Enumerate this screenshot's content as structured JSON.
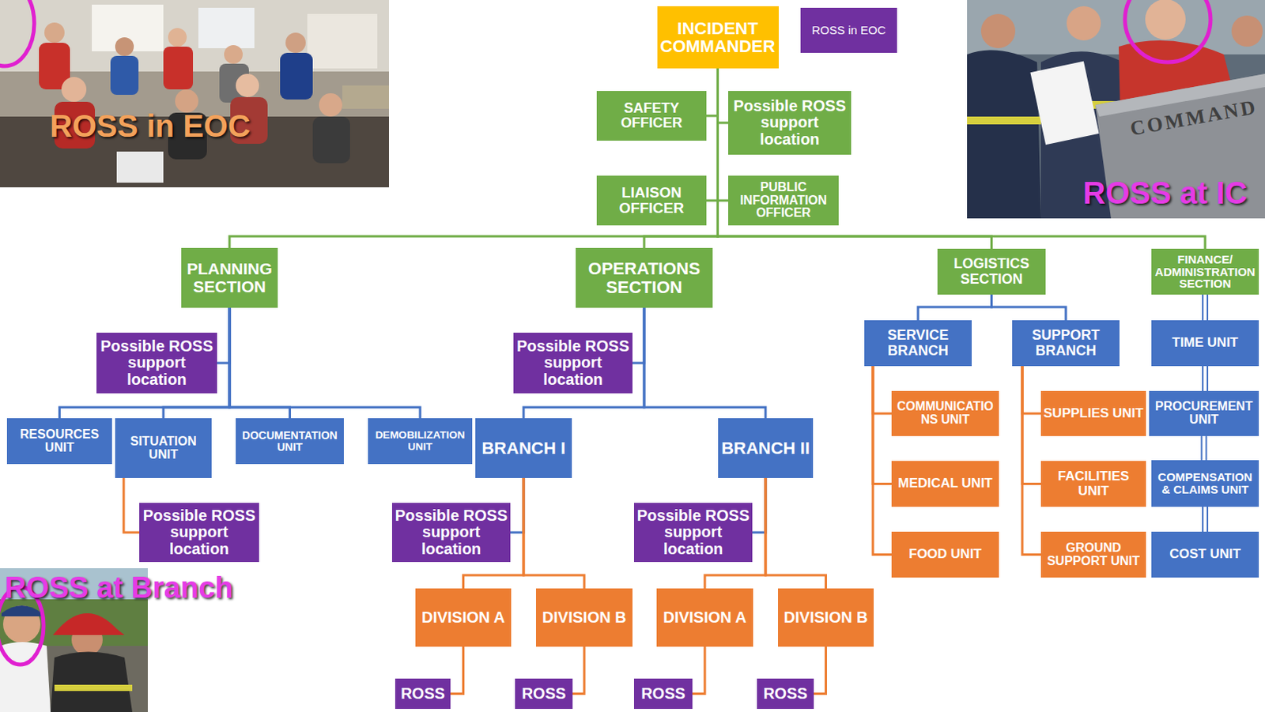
{
  "diagram": {
    "nodes": [
      {
        "text": [
          "INCIDENT COMMANDER"
        ]
      },
      {
        "text": [
          "ROSS in EOC"
        ]
      },
      {
        "text": [
          "SAFETY OFFICER"
        ]
      },
      {
        "text": [
          "Possible ROSS support location"
        ]
      },
      {
        "text": [
          "LIAISON OFFICER"
        ]
      },
      {
        "text": [
          "PUBLIC INFORMATION OFFICER"
        ]
      },
      {
        "text": [
          "PLANNING SECTION"
        ]
      },
      {
        "text": [
          "OPERATIONS SECTION"
        ]
      },
      {
        "text": [
          "LOGISTICS SECTION"
        ]
      },
      {
        "text": [
          "FINANCE/ ADMINISTRATION SECTION"
        ]
      },
      {
        "text": [
          "Possible ROSS support location"
        ]
      },
      {
        "text": [
          "Possible ROSS support location"
        ]
      },
      {
        "text": [
          "SERVICE BRANCH"
        ]
      },
      {
        "text": [
          "SUPPORT BRANCH"
        ]
      },
      {
        "text": [
          "TIME UNIT"
        ]
      },
      {
        "text": [
          "RESOURCES UNIT"
        ]
      },
      {
        "text": [
          "SITUATION UNIT"
        ]
      },
      {
        "text": [
          "DOCUMENTATION UNIT"
        ]
      },
      {
        "text": [
          "DEMOBILIZATION UNIT"
        ]
      },
      {
        "text": [
          "BRANCH I"
        ]
      },
      {
        "text": [
          "BRANCH II"
        ]
      },
      {
        "text": [
          "COMMUNICATIONS UNIT"
        ]
      },
      {
        "text": [
          "SUPPLIES UNIT"
        ]
      },
      {
        "text": [
          "PROCUREMENT UNIT"
        ]
      },
      {
        "text": [
          "MEDICAL UNIT"
        ]
      },
      {
        "text": [
          "FACILITIES UNIT"
        ]
      },
      {
        "text": [
          "COMPENSATION & CLAIMS UNIT"
        ]
      },
      {
        "text": [
          "Possible ROSS support location"
        ]
      },
      {
        "text": [
          "Possible ROSS support location"
        ]
      },
      {
        "text": [
          "Possible ROSS support location"
        ]
      },
      {
        "text": [
          "FOOD UNIT"
        ]
      },
      {
        "text": [
          "GROUND SUPPORT UNIT"
        ]
      },
      {
        "text": [
          "COST UNIT"
        ]
      },
      {
        "text": [
          "DIVISION A"
        ]
      },
      {
        "text": [
          "DIVISION B"
        ]
      },
      {
        "text": [
          "DIVISION A"
        ]
      },
      {
        "text": [
          "DIVISION B"
        ]
      },
      {
        "text": [
          "ROSS"
        ]
      },
      {
        "text": [
          "ROSS"
        ]
      },
      {
        "text": [
          "ROSS"
        ]
      },
      {
        "text": [
          "ROSS"
        ]
      }
    ],
    "edges": [
      {
        "from": 0,
        "to": 2,
        "arrow": "none"
      },
      {
        "from": 0,
        "to": 3,
        "arrow": "none"
      },
      {
        "from": 0,
        "to": 4,
        "arrow": "none"
      },
      {
        "from": 0,
        "to": 5,
        "arrow": "none"
      },
      {
        "from": 0,
        "to": 6,
        "arrow": "none"
      },
      {
        "from": 0,
        "to": 7,
        "arrow": "none"
      },
      {
        "from": 0,
        "to": 8,
        "arrow": "none"
      },
      {
        "from": 0,
        "to": 9,
        "arrow": "none"
      },
      {
        "from": 6,
        "to": 10,
        "arrow": "none"
      },
      {
        "from": 6,
        "to": 15,
        "arrow": "none"
      },
      {
        "from": 6,
        "to": 16,
        "arrow": "none"
      },
      {
        "from": 6,
        "to": 17,
        "arrow": "none"
      },
      {
        "from": 6,
        "to": 18,
        "arrow": "none"
      },
      {
        "from": 16,
        "to": 27,
        "arrow": "none"
      },
      {
        "from": 7,
        "to": 11,
        "arrow": "none"
      },
      {
        "from": 7,
        "to": 19,
        "arrow": "none"
      },
      {
        "from": 7,
        "to": 20,
        "arrow": "none"
      },
      {
        "from": 19,
        "to": 28,
        "arrow": "none"
      },
      {
        "from": 19,
        "to": 33,
        "arrow": "none"
      },
      {
        "from": 19,
        "to": 34,
        "arrow": "none"
      },
      {
        "from": 20,
        "to": 29,
        "arrow": "none"
      },
      {
        "from": 20,
        "to": 35,
        "arrow": "none"
      },
      {
        "from": 20,
        "to": 36,
        "arrow": "none"
      },
      {
        "from": 33,
        "to": 37,
        "arrow": "none"
      },
      {
        "from": 34,
        "to": 38,
        "arrow": "none"
      },
      {
        "from": 35,
        "to": 39,
        "arrow": "none"
      },
      {
        "from": 36,
        "to": 40,
        "arrow": "none"
      },
      {
        "from": 8,
        "to": 12,
        "arrow": "none"
      },
      {
        "from": 8,
        "to": 13,
        "arrow": "none"
      },
      {
        "from": 12,
        "to": 21,
        "arrow": "none"
      },
      {
        "from": 12,
        "to": 24,
        "arrow": "none"
      },
      {
        "from": 12,
        "to": 30,
        "arrow": "none"
      },
      {
        "from": 13,
        "to": 22,
        "arrow": "none"
      },
      {
        "from": 13,
        "to": 25,
        "arrow": "none"
      },
      {
        "from": 13,
        "to": 31,
        "arrow": "none"
      },
      {
        "from": 9,
        "to": 14,
        "arrow": "none"
      },
      {
        "from": 14,
        "to": 23,
        "arrow": "none"
      },
      {
        "from": 23,
        "to": 26,
        "arrow": "none"
      },
      {
        "from": 26,
        "to": 32,
        "arrow": "none"
      }
    ],
    "labels": [
      "ROSS in EOC",
      "COMMAND",
      "ROSS at IC",
      "ROSS at Branch"
    ]
  }
}
